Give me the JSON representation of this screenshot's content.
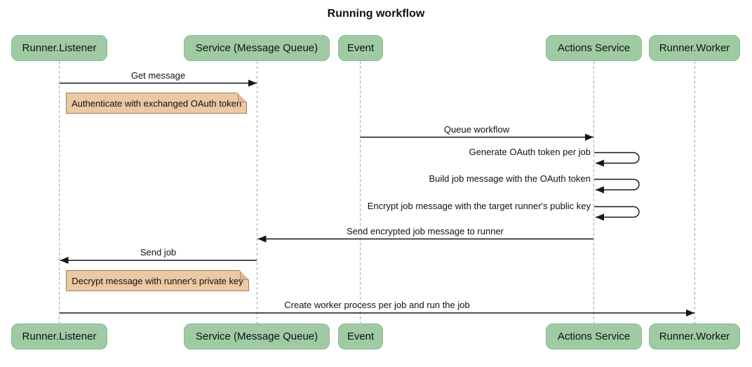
{
  "title": "Running workflow",
  "colors": {
    "actor_fill": "#9fcba4",
    "actor_border": "#88ba8e",
    "note_fill": "#eac9a3",
    "note_border": "#9e8052",
    "note_fold": "#dcb98e",
    "lifeline": "#a8a8a8",
    "arrow": "#161616",
    "text": "#111111",
    "bg": "#ffffff"
  },
  "participants": [
    {
      "label": "Runner.Listener"
    },
    {
      "label": "Service (Message Queue)"
    },
    {
      "label": "Event"
    },
    {
      "label": "Actions Service"
    },
    {
      "label": "Runner.Worker"
    }
  ],
  "messages": [
    {
      "label": "Get message",
      "from": "Runner.Listener",
      "to": "Service (Message Queue)",
      "type": "arrow-right"
    },
    {
      "label": "Queue workflow",
      "from": "Event",
      "to": "Actions Service",
      "type": "arrow-right"
    },
    {
      "label": "Generate OAuth token per job",
      "from": "Actions Service",
      "to": "Actions Service",
      "type": "self-loop"
    },
    {
      "label": "Build job message with the OAuth token",
      "from": "Actions Service",
      "to": "Actions Service",
      "type": "self-loop"
    },
    {
      "label": "Encrypt job message with the target runner's public key",
      "from": "Actions Service",
      "to": "Actions Service",
      "type": "self-loop"
    },
    {
      "label": "Send encrypted job message to runner",
      "from": "Actions Service",
      "to": "Service (Message Queue)",
      "type": "arrow-left"
    },
    {
      "label": "Send job",
      "from": "Service (Message Queue)",
      "to": "Runner.Listener",
      "type": "arrow-left"
    },
    {
      "label": "Create worker process per job and run the job",
      "from": "Runner.Listener",
      "to": "Runner.Worker",
      "type": "arrow-right"
    }
  ],
  "notes": [
    {
      "text": "Authenticate with exchanged OAuth token",
      "near": "Runner.Listener"
    },
    {
      "text": "Decrypt message with runner's private key",
      "near": "Runner.Listener"
    }
  ]
}
